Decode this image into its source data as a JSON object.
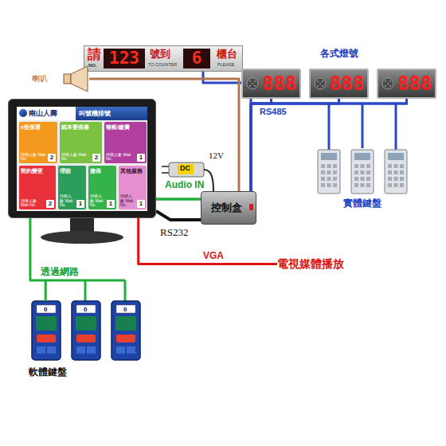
{
  "diagram": {
    "nodes": [
      {
        "text": [
          "請",
          "NO.",
          "123",
          "號到",
          "TO COUNTER",
          "6",
          "櫃台",
          "PLEASE"
        ]
      },
      {
        "text": [
          "喇叭"
        ]
      },
      {
        "text": [
          "各式燈號"
        ]
      },
      {
        "text": [
          "888"
        ],
        "in": 2
      },
      {
        "text": [
          "888"
        ],
        "in": 2
      },
      {
        "text": [
          "888"
        ],
        "in": 2
      },
      {
        "text": [
          "南山人壽",
          "叫號機排號"
        ]
      },
      {
        "text": [
          "e投保通",
          "待辦人數 Wait No.",
          "2"
        ],
        "in": 6
      },
      {
        "text": [
          "紙本要保書",
          "待辦人數 Wait No.",
          "2"
        ],
        "in": 6
      },
      {
        "text": [
          "報帳/繳費",
          "待辦人數 Wait No.",
          "1"
        ],
        "in": 6
      },
      {
        "text": [
          "契約變更",
          "待辦人數 Wait No.",
          "2"
        ],
        "in": 6
      },
      {
        "text": [
          "理賠",
          "待辦人數 Wait No.",
          "1"
        ],
        "in": 6
      },
      {
        "text": [
          "接保",
          "待辦人數 Wait No.",
          "1"
        ],
        "in": 6
      },
      {
        "text": [
          "其他服務",
          "待辦人數 Wait No.",
          "1"
        ],
        "in": 6
      },
      {
        "text": [
          "控制盒"
        ]
      },
      {
        "text": [
          "實體鍵盤"
        ]
      },
      {
        "text": [
          "電視媒體播放"
        ]
      },
      {
        "text": [
          "軟體鍵盤"
        ]
      }
    ],
    "edges": [
      {
        "from": 14,
        "to": 0,
        "arrow": "none"
      },
      {
        "from": 14,
        "to": 3,
        "arrow": "none"
      },
      {
        "from": 14,
        "to": 4,
        "arrow": "none"
      },
      {
        "from": 14,
        "to": 5,
        "arrow": "none"
      },
      {
        "from": 1,
        "to": 14,
        "arrow": "none"
      },
      {
        "from": 6,
        "to": 14,
        "label": "Audio IN",
        "arrow": "none"
      },
      {
        "from": 6,
        "to": 14,
        "label": "RS232",
        "arrow": "none"
      },
      {
        "from": 6,
        "to": 16,
        "label": "VGA",
        "arrow": "none"
      },
      {
        "from": 6,
        "to": 17,
        "label": "透過網路",
        "arrow": "none"
      },
      {
        "from": 14,
        "to": 15,
        "arrow": "none"
      }
    ],
    "labels": [
      "12V",
      "DC",
      "RS485",
      "0",
      "0",
      "0"
    ]
  }
}
